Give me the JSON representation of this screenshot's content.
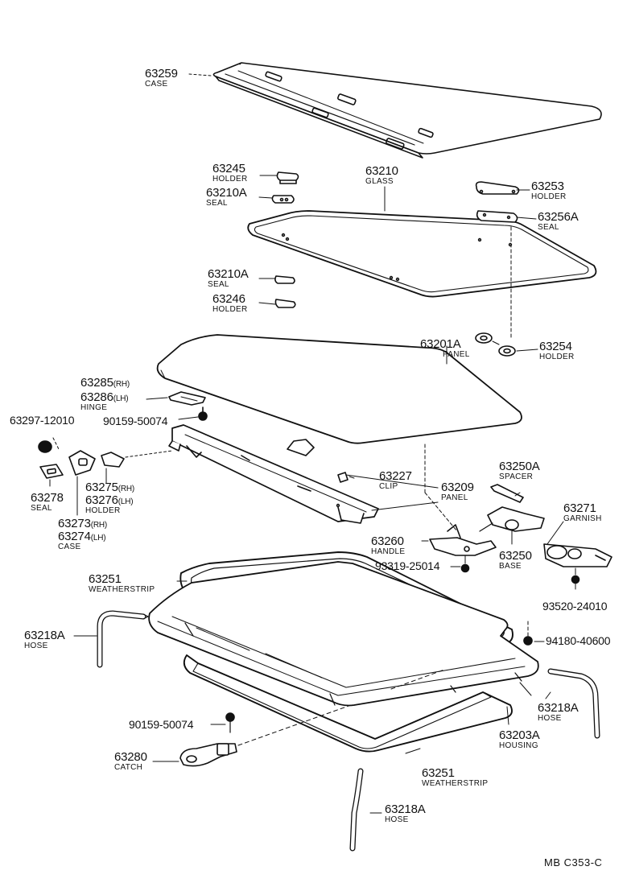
{
  "labels": {
    "l63259": {
      "pn": "63259",
      "name": "CASE"
    },
    "l63245": {
      "pn": "63245",
      "name": "HOLDER"
    },
    "l63210a_top": {
      "pn": "63210A",
      "name": "SEAL"
    },
    "l63210": {
      "pn": "63210",
      "name": "GLASS"
    },
    "l63253": {
      "pn": "63253",
      "name": "HOLDER"
    },
    "l63256a": {
      "pn": "63256A",
      "name": "SEAL"
    },
    "l63210a_bot": {
      "pn": "63210A",
      "name": "SEAL"
    },
    "l63246": {
      "pn": "63246",
      "name": "HOLDER"
    },
    "l63201a": {
      "pn": "63201A",
      "name": "PANEL"
    },
    "l63254": {
      "pn": "63254",
      "name": "HOLDER"
    },
    "l63285": {
      "pn": "63285",
      "side": "(RH)"
    },
    "l63286": {
      "pn": "63286",
      "side": "(LH)",
      "name": "HINGE"
    },
    "l63297": {
      "pn": "63297-12010"
    },
    "l90159_top": {
      "pn": "90159-50074"
    },
    "l63278": {
      "pn": "63278",
      "name": "SEAL"
    },
    "l63275": {
      "pn": "63275",
      "side": "(RH)"
    },
    "l63276": {
      "pn": "63276",
      "side": "(LH)",
      "name": "HOLDER"
    },
    "l63273": {
      "pn": "63273",
      "side": "(RH)"
    },
    "l63274": {
      "pn": "63274",
      "side": "(LH)",
      "name": "CASE"
    },
    "l63227": {
      "pn": "63227",
      "name": "CLIP"
    },
    "l63209": {
      "pn": "63209",
      "name": "PANEL"
    },
    "l63250a": {
      "pn": "63250A",
      "name": "SPACER"
    },
    "l63271": {
      "pn": "63271",
      "name": "GARNISH"
    },
    "l63260": {
      "pn": "63260",
      "name": "HANDLE"
    },
    "l63250": {
      "pn": "63250",
      "name": "BASE"
    },
    "l93319": {
      "pn": "93319-25014"
    },
    "l63251_top": {
      "pn": "63251",
      "name": "WEATHERSTRIP"
    },
    "l93520": {
      "pn": "93520-24010"
    },
    "l63218a_left": {
      "pn": "63218A",
      "name": "HOSE"
    },
    "l94180": {
      "pn": "94180-40600"
    },
    "l63218a_right": {
      "pn": "63218A",
      "name": "HOSE"
    },
    "l90159_bot": {
      "pn": "90159-50074"
    },
    "l63203a": {
      "pn": "63203A",
      "name": "HOUSING"
    },
    "l63280": {
      "pn": "63280",
      "name": "CATCH"
    },
    "l63251_bot": {
      "pn": "63251",
      "name": "WEATHERSTRIP"
    },
    "l63218a_bottom": {
      "pn": "63218A",
      "name": "HOSE"
    }
  },
  "footer": {
    "code": "MB  C353-C"
  }
}
